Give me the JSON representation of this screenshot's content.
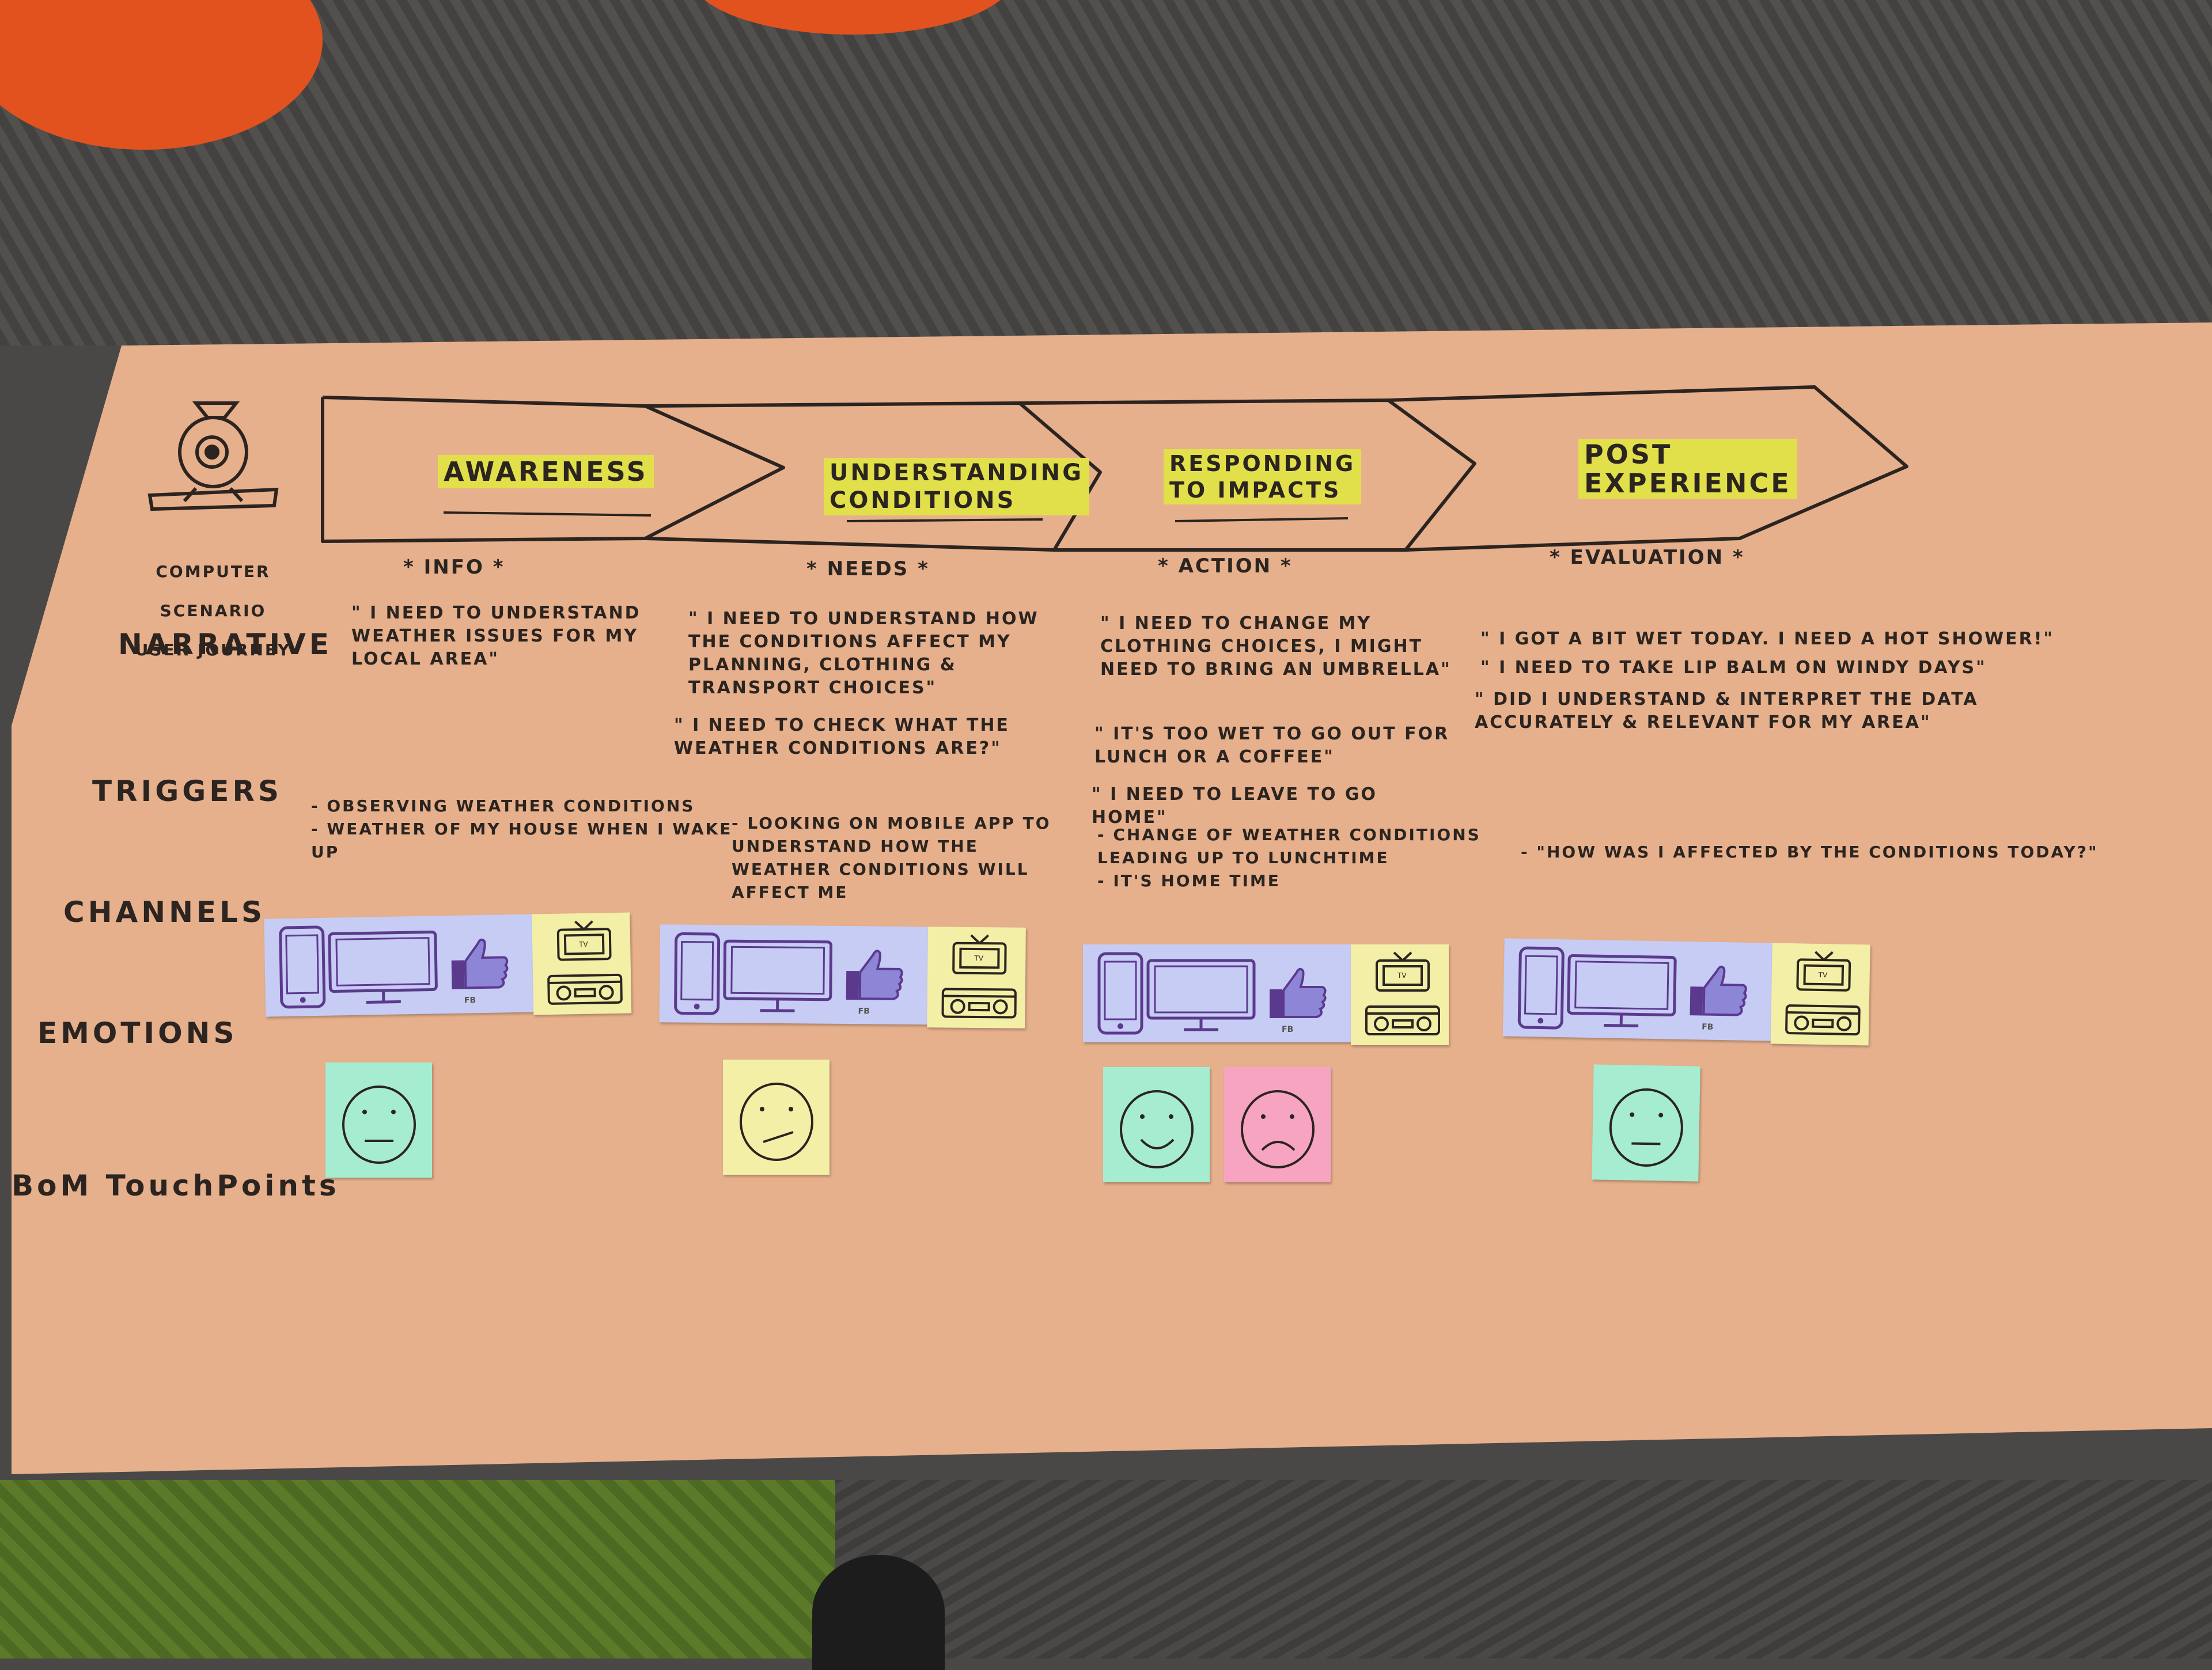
{
  "header": {
    "title_lines": [
      "Computer",
      "Scenario",
      "User Journey"
    ]
  },
  "row_labels": {
    "narrative": "Narrative",
    "triggers": "Triggers",
    "channels": "Channels",
    "emotions": "Emotions",
    "touchpoints": "BoM TouchPoints"
  },
  "stages": [
    {
      "title": "Awareness",
      "subtitle": "* Info *",
      "narrative": [
        "\" I need to understand weather issues for my local area\""
      ],
      "triggers": "- Observing weather conditions\n- Weather of my house when I wake up",
      "channels": [
        "mobile-icon",
        "desktop-icon",
        "facebook-like-icon",
        "tv-radio-icon"
      ],
      "channel_tag": "FB",
      "emotions": [
        {
          "mood": "neutral",
          "color": "#a6ecd0"
        }
      ]
    },
    {
      "title": "Understanding\nConditions",
      "subtitle": "* Needs *",
      "narrative": [
        "\" I need to understand how the conditions affect my planning, clothing & transport choices\"",
        "\" I need to check what the weather conditions are?\""
      ],
      "triggers": "- Looking on mobile app to understand how the weather conditions will affect me",
      "channels": [
        "mobile-icon",
        "desktop-icon",
        "facebook-like-icon",
        "tv-radio-icon"
      ],
      "channel_tag": "FB",
      "emotions": [
        {
          "mood": "unsure",
          "color": "#f3efa6"
        }
      ]
    },
    {
      "title": "Responding\nto Impacts",
      "subtitle": "* Action *",
      "narrative": [
        "\" I need to change my clothing choices, I might need to bring an umbrella\"",
        "\" It's too wet to go out for lunch or a coffee\"",
        "\" I need to leave to go home\""
      ],
      "triggers": "- Change of weather conditions leading up to lunchtime\n- It's home time",
      "channels": [
        "mobile-icon",
        "desktop-icon",
        "facebook-like-icon",
        "tv-radio-icon"
      ],
      "channel_tag": "FB",
      "emotions": [
        {
          "mood": "happy",
          "color": "#a6ecd0"
        },
        {
          "mood": "sad",
          "color": "#f6a4c2"
        }
      ]
    },
    {
      "title": "Post\nExperience",
      "subtitle": "* Evaluation *",
      "narrative": [
        "\" I got a bit wet today. I need a hot shower!\"",
        "\" I need to take lip balm on windy days\"",
        "\" Did I understand & interpret the data accurately & relevant for my area\""
      ],
      "triggers": "- \"How was I affected by the conditions today?\"",
      "channels": [
        "mobile-icon",
        "desktop-icon",
        "facebook-like-icon",
        "tv-radio-icon"
      ],
      "channel_tag": "FB",
      "emotions": [
        {
          "mood": "neutral",
          "color": "#a6ecd0"
        }
      ]
    }
  ],
  "colors": {
    "paper": "#e6b08c",
    "highlight": "#e2e04a",
    "channel_card": "#c7ccf4",
    "tv_card": "#f3efa6"
  }
}
